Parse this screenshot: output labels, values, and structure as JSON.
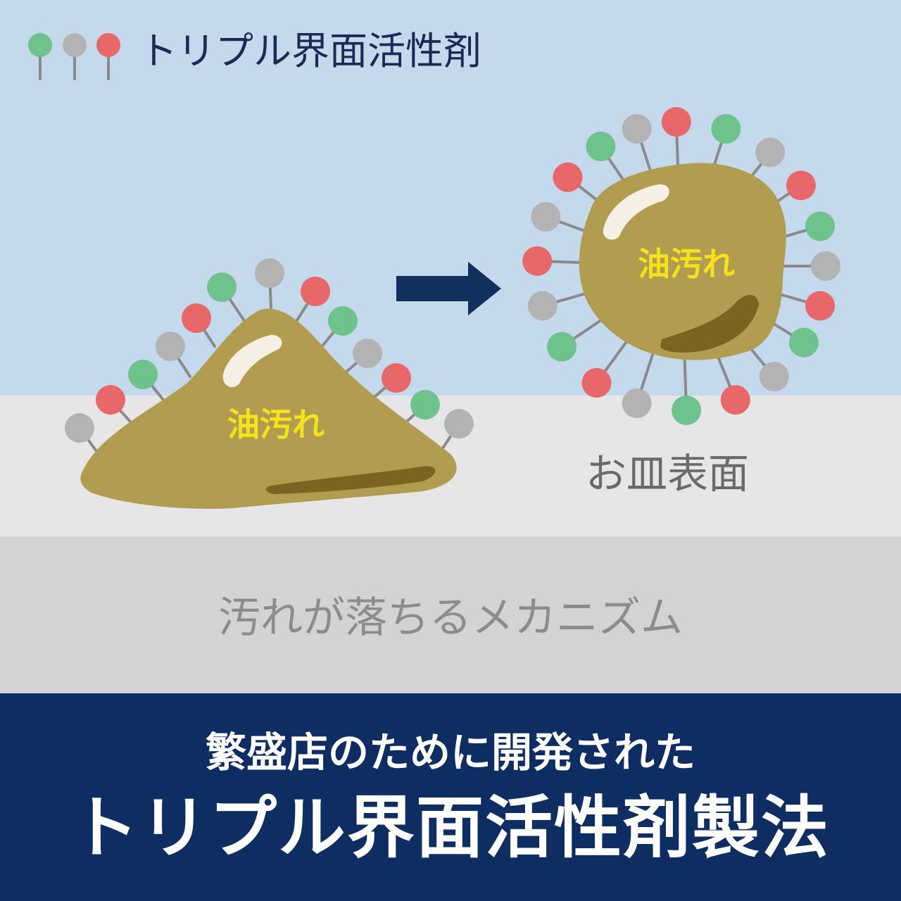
{
  "legend": {
    "label": "トリプル界面活性剤",
    "icon_colors": [
      "#6ec28c",
      "#b3b3b3",
      "#e8686a"
    ]
  },
  "diagram": {
    "oil_label_left": "油汚れ",
    "oil_label_right": "油汚れ",
    "surface_label": "お皿表面",
    "caption": "汚れが落ちるメカニズム"
  },
  "banner": {
    "subtitle": "繁盛店のために開発された",
    "title": "トリプル界面活性剤製法"
  },
  "colors": {
    "sky": "#c4d9ec",
    "surface": "#e6e6e7",
    "caption_band": "#d3d3d3",
    "oil": "#b19d50",
    "oil_dark": "#7a6520",
    "oil_label": "#f6e21a",
    "arrow": "#12305e",
    "banner": "#0e2e63",
    "surfactant_green": "#6ec28c",
    "surfactant_gray": "#b3b3b3",
    "surfactant_red": "#e8686a",
    "stick": "#8a8a8a"
  }
}
